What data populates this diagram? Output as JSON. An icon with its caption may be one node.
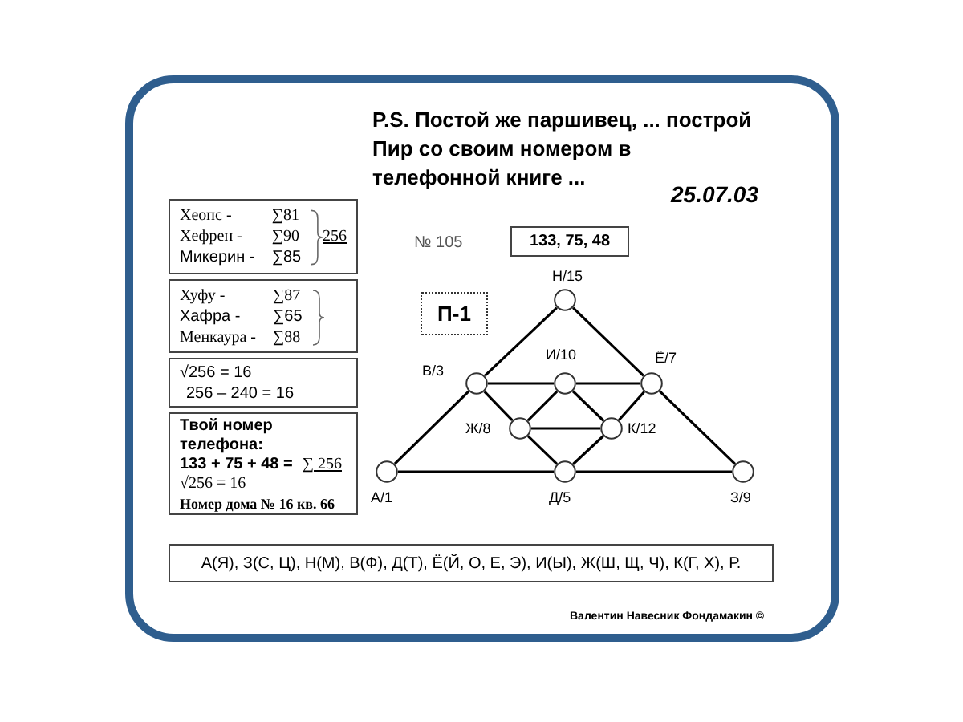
{
  "diagram": {
    "title": "P.S.   Постой же паршивец, ... построй  Пир со своим номером в телефонной книге ...",
    "nodes": [
      {
        "text": [
          "Хеопс -",
          "∑81",
          "Хефрен -",
          "∑90",
          "Микерин -",
          "∑85",
          "256"
        ]
      },
      {
        "text": [
          "Хуфу -",
          "∑87",
          "Хафра -",
          "∑65",
          "Менкаура -",
          "∑88"
        ]
      },
      {
        "text": [
          "√256 = 16",
          "256 – 240 = 16"
        ]
      },
      {
        "text": [
          "Твой номер телефона:",
          "133 + 75 + 48 =",
          "∑ 256",
          "√256 = 16",
          "Номер дома № 16 кв. 66"
        ]
      },
      {
        "text": [
          "133, 75, 48"
        ]
      },
      {
        "text": [
          "П-1"
        ]
      },
      {
        "text": [],
        "shape": "circle",
        "beside": [
          "Н/15"
        ]
      },
      {
        "text": [],
        "shape": "circle",
        "beside": [
          "В/3"
        ]
      },
      {
        "text": [],
        "shape": "circle",
        "beside": [
          "И/10"
        ]
      },
      {
        "text": [],
        "shape": "circle",
        "beside": [
          "Ё/7"
        ]
      },
      {
        "text": [],
        "shape": "circle",
        "beside": [
          "Ж/8"
        ]
      },
      {
        "text": [],
        "shape": "circle",
        "beside": [
          "К/12"
        ]
      },
      {
        "text": [],
        "shape": "circle",
        "beside": [
          "А/1"
        ]
      },
      {
        "text": [],
        "shape": "circle",
        "beside": [
          "Д/5"
        ]
      },
      {
        "text": [],
        "shape": "circle",
        "beside": [
          "З/9"
        ]
      },
      {
        "text": [
          "А(Я), З(С, Ц), Н(М), В(Ф), Д(Т), Ё(Й, О, Е, Э), И(Ы), Ж(Ш, Щ, Ч), К(Г, Х), Р."
        ]
      }
    ],
    "edges": [
      {
        "from": 6,
        "to": 7,
        "arrow": "none"
      },
      {
        "from": 7,
        "to": 12,
        "arrow": "none"
      },
      {
        "from": 6,
        "to": 9,
        "arrow": "none"
      },
      {
        "from": 9,
        "to": 14,
        "arrow": "none"
      },
      {
        "from": 7,
        "to": 8,
        "arrow": "none"
      },
      {
        "from": 8,
        "to": 9,
        "arrow": "none"
      },
      {
        "from": 7,
        "to": 10,
        "arrow": "none"
      },
      {
        "from": 8,
        "to": 10,
        "arrow": "none"
      },
      {
        "from": 8,
        "to": 11,
        "arrow": "none"
      },
      {
        "from": 9,
        "to": 11,
        "arrow": "none"
      },
      {
        "from": 10,
        "to": 11,
        "arrow": "none"
      },
      {
        "from": 10,
        "to": 13,
        "arrow": "none"
      },
      {
        "from": 11,
        "to": 13,
        "arrow": "none"
      },
      {
        "from": 12,
        "to": 13,
        "arrow": "none"
      },
      {
        "from": 13,
        "to": 14,
        "arrow": "none"
      }
    ],
    "labels": [
      "25.07.03",
      "№ 105",
      "Валентин Навесник Фондамакин ©"
    ]
  }
}
